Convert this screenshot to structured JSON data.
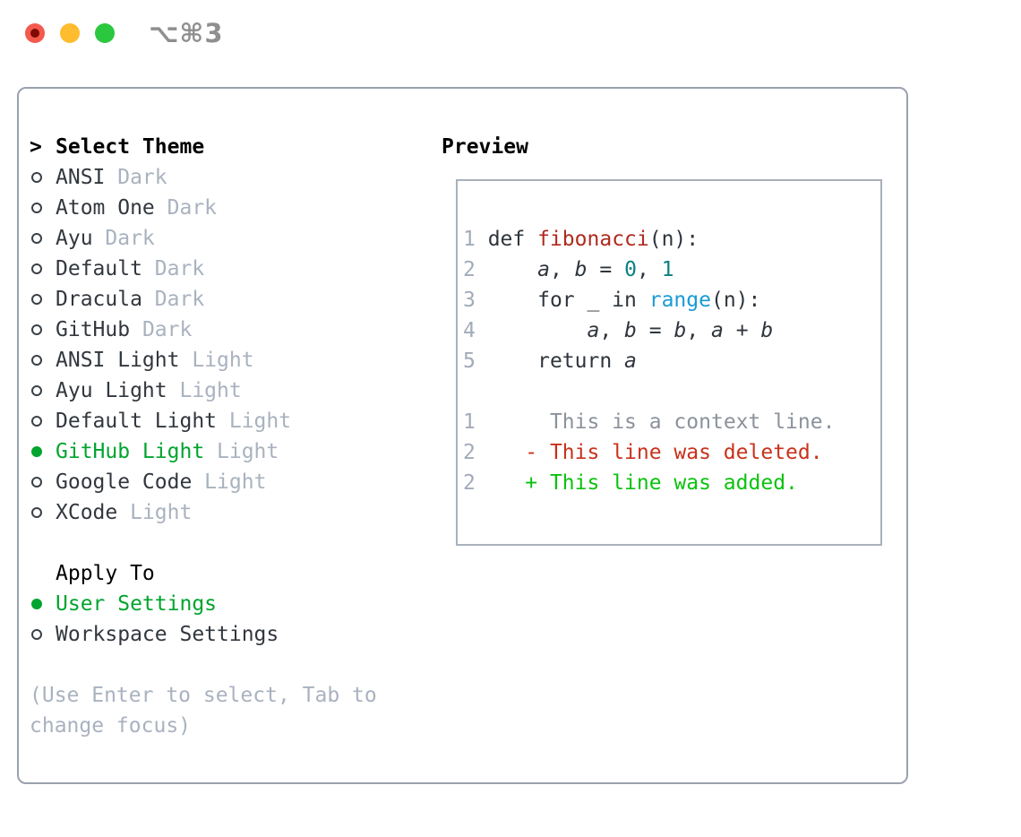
{
  "titlebar": {
    "title": "⌥⌘3"
  },
  "colors": {
    "selected_green": "#00a42e",
    "added_green": "#0bc20e",
    "deleted_red": "#c8321b",
    "function_red": "#b02a1e",
    "number_teal": "#0d8080",
    "builtin_blue": "#1a9bd4",
    "code_text": "#2f353c",
    "muted_gray": "#a9b2bf",
    "line_number_gray": "#a2abb8",
    "context_gray": "#8b929b",
    "panel_border": "#9aa2ae",
    "traffic_red": "#f4594e",
    "traffic_yellow": "#febc2e",
    "traffic_green": "#2bc83f",
    "title_gray": "#8f8f8f"
  },
  "theme_selector": {
    "header_prefix": ">",
    "header": "Select Theme",
    "themes": [
      {
        "name": "ANSI",
        "variant": "Dark",
        "selected": false
      },
      {
        "name": "Atom One",
        "variant": "Dark",
        "selected": false
      },
      {
        "name": "Ayu",
        "variant": "Dark",
        "selected": false
      },
      {
        "name": "Default",
        "variant": "Dark",
        "selected": false
      },
      {
        "name": "Dracula",
        "variant": "Dark",
        "selected": false
      },
      {
        "name": "GitHub",
        "variant": "Dark",
        "selected": false
      },
      {
        "name": "ANSI Light",
        "variant": "Light",
        "selected": false
      },
      {
        "name": "Ayu Light",
        "variant": "Light",
        "selected": false
      },
      {
        "name": "Default Light",
        "variant": "Light",
        "selected": false
      },
      {
        "name": "GitHub Light",
        "variant": "Light",
        "selected": true
      },
      {
        "name": "Google Code",
        "variant": "Light",
        "selected": false
      },
      {
        "name": "XCode",
        "variant": "Light",
        "selected": false
      }
    ],
    "apply_to": {
      "header": "Apply To",
      "options": [
        {
          "name": "User Settings",
          "selected": true
        },
        {
          "name": "Workspace Settings",
          "selected": false
        }
      ]
    },
    "hint": "(Use Enter to select, Tab to change focus)"
  },
  "preview": {
    "title": "Preview",
    "code_lines": [
      [
        {
          "t": "1",
          "c": "lineno"
        },
        {
          "t": " def ",
          "c": "code"
        },
        {
          "t": "fibonacci",
          "c": "func"
        },
        {
          "t": "(n):",
          "c": "code"
        }
      ],
      [
        {
          "t": "2",
          "c": "lineno"
        },
        {
          "t": "     ",
          "c": "code"
        },
        {
          "t": "a",
          "c": "code",
          "i": true
        },
        {
          "t": ", ",
          "c": "code"
        },
        {
          "t": "b",
          "c": "code",
          "i": true
        },
        {
          "t": " = ",
          "c": "code"
        },
        {
          "t": "0",
          "c": "num"
        },
        {
          "t": ", ",
          "c": "code"
        },
        {
          "t": "1",
          "c": "num"
        }
      ],
      [
        {
          "t": "3",
          "c": "lineno"
        },
        {
          "t": "     for _ in ",
          "c": "code"
        },
        {
          "t": "range",
          "c": "builtin"
        },
        {
          "t": "(n):",
          "c": "code"
        }
      ],
      [
        {
          "t": "4",
          "c": "lineno"
        },
        {
          "t": "         ",
          "c": "code"
        },
        {
          "t": "a",
          "c": "code",
          "i": true
        },
        {
          "t": ", ",
          "c": "code"
        },
        {
          "t": "b",
          "c": "code",
          "i": true
        },
        {
          "t": " = ",
          "c": "code"
        },
        {
          "t": "b",
          "c": "code",
          "i": true
        },
        {
          "t": ", ",
          "c": "code"
        },
        {
          "t": "a",
          "c": "code",
          "i": true
        },
        {
          "t": " + ",
          "c": "code"
        },
        {
          "t": "b",
          "c": "code",
          "i": true
        }
      ],
      [
        {
          "t": "5",
          "c": "lineno"
        },
        {
          "t": "     return ",
          "c": "code"
        },
        {
          "t": "a",
          "c": "code",
          "i": true
        }
      ],
      [],
      [
        {
          "t": "1",
          "c": "lineno"
        },
        {
          "t": "      ",
          "c": "code"
        },
        {
          "t": "This is a context line.",
          "c": "context"
        }
      ],
      [
        {
          "t": "2",
          "c": "lineno"
        },
        {
          "t": "    ",
          "c": "code"
        },
        {
          "t": "- This line was deleted.",
          "c": "deleted"
        }
      ],
      [
        {
          "t": "2",
          "c": "lineno"
        },
        {
          "t": "    ",
          "c": "code"
        },
        {
          "t": "+ This line was added.",
          "c": "added"
        }
      ]
    ]
  }
}
